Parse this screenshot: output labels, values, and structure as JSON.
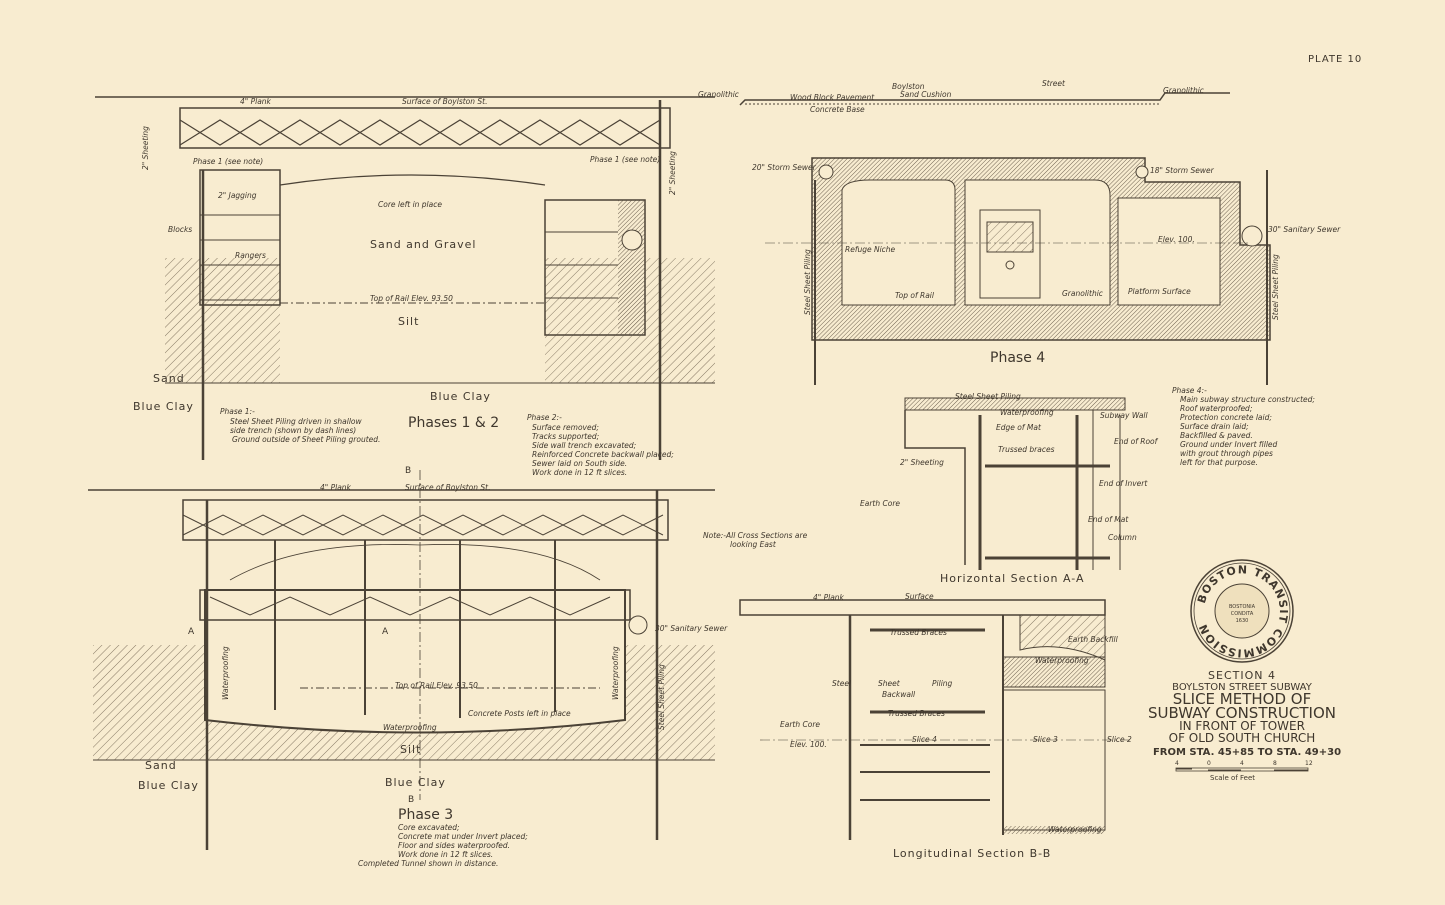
{
  "plate": "PLATE 10",
  "phases_1_2": {
    "title": "Phases 1 & 2",
    "labels": {
      "plank": "4\" Plank",
      "surface": "Surface of Boylston St.",
      "phase_left": "Phase 1 (see note)",
      "phase_right": "Phase 1 (see note)",
      "sheeting_left": "2\" Sheeting",
      "sheeting_right": "2\" Sheeting",
      "jagging": "2\" Jagging",
      "blocks": "Blocks",
      "rangers": "Rangers",
      "core": "Core left in place",
      "sand_gravel": "Sand and Gravel",
      "top_of_rail": "Top of Rail Elev. 93.50",
      "silt": "Silt",
      "sand": "Sand",
      "blue_clay_left": "Blue Clay",
      "blue_clay_center": "Blue Clay"
    },
    "phase1_notes": [
      "Phase 1:-",
      "Steel Sheet Piling driven in shallow",
      "side trench (shown by dash lines)",
      "Ground outside of Sheet Piling grouted."
    ],
    "phase2_notes": [
      "Phase 2:-",
      "Surface removed;",
      "Tracks supported;",
      "Side wall trench excavated;",
      "Reinforced Concrete backwall placed;",
      "Sewer laid on South side.",
      "Work done in 12 ft slices."
    ]
  },
  "phase_3": {
    "title": "Phase 3",
    "labels": {
      "plank": "4\" Plank",
      "surface": "Surface of Boylston St.",
      "b_top": "B",
      "b_bottom": "B",
      "a_left": "A",
      "a_right": "A",
      "sanitary_sewer": "30\" Sanitary Sewer",
      "waterproofing_left": "Waterproofing",
      "waterproofing_right": "Waterproofing",
      "waterproofing_bottom": "Waterproofing",
      "top_of_rail": "Top of Rail   Elev. 93.50",
      "concrete_posts": "Concrete Posts left in place",
      "silt": "Silt",
      "sand": "Sand",
      "blue_clay_left": "Blue Clay",
      "blue_clay_center": "Blue Clay",
      "steel_sheet_piling": "Steel Sheet Piling"
    },
    "notes": [
      "Core excavated;",
      "Concrete mat under Invert placed;",
      "Floor and sides waterproofed.",
      "Work done in 12 ft slices.",
      "Completed Tunnel shown in distance."
    ]
  },
  "phase_4": {
    "title": "Phase 4",
    "street_left": "Boylston",
    "street_right": "Street",
    "labels": {
      "granolithic_left": "Granolithic",
      "granolithic_right": "Granolithic",
      "wood_block": "Wood Block Pavement",
      "sand_cushion": "Sand Cushion",
      "concrete_base": "Concrete Base",
      "storm_sewer_left": "20\" Storm Sewer",
      "storm_sewer_right": "18\" Storm Sewer",
      "sanitary_sewer": "30\" Sanitary Sewer",
      "refuge_niche": "Refuge Niche",
      "elev": "Elev. 100.",
      "top_of_rail": "Top of Rail",
      "granolithic_platform": "Granolithic",
      "platform_surface": "Platform Surface",
      "steel_sheet_piling_left": "Steel Sheet Piling",
      "steel_sheet_piling_right": "Steel Sheet Piling"
    },
    "notes": [
      "Phase 4:-",
      "Main subway structure constructed;",
      "Roof waterproofed;",
      "Protection concrete laid;",
      "Surface drain laid;",
      "Backfilled & paved.",
      "Ground under Invert filled",
      "with grout through pipes",
      "left for that purpose."
    ]
  },
  "note_cross_sections": [
    "Note:-All Cross Sections are",
    "looking East"
  ],
  "section_aa": {
    "title": "Horizontal Section A-A",
    "labels": {
      "steel_sheet_piling": "Steel Sheet Piling",
      "waterproofing": "Waterproofing",
      "subway_wall": "Subway Wall",
      "edge_of_mat": "Edge of Mat",
      "trussed_braces": "Trussed braces",
      "sheeting": "2\" Sheeting",
      "end_of_roof": "End of Roof",
      "end_of_invert": "End of Invert",
      "end_of_mat": "End of Mat",
      "column": "Column",
      "earth_core": "Earth Core"
    }
  },
  "section_bb": {
    "title": "Longitudinal Section B-B",
    "labels": {
      "plank": "4\" Plank",
      "surface": "Surface",
      "trussed_braces_top": "Trussed Braces",
      "trussed_braces_bottom": "Trussed Braces",
      "earth_backfill": "Earth Backfill",
      "waterproofing_top": "Waterproofing",
      "waterproofing_bottom": "Waterproofing",
      "steel": "Steel",
      "sheet": "Sheet",
      "piling": "Piling",
      "backwall": "Backwall",
      "earth_core": "Earth Core",
      "elev": "Elev. 100.",
      "slice4": "Slice 4",
      "slice3": "Slice 3",
      "slice2": "Slice 2"
    }
  },
  "seal": {
    "outer": "BOSTON TRANSIT COMMISSION",
    "inner": [
      "BOSTONIA",
      "CONDITA",
      "1630"
    ]
  },
  "title_block": {
    "line1": "SECTION 4",
    "line2": "BOYLSTON STREET SUBWAY",
    "line3": "SLICE METHOD OF",
    "line4": "SUBWAY CONSTRUCTION",
    "line5": "IN FRONT OF TOWER",
    "line6": "OF OLD SOUTH CHURCH",
    "line7": "FROM STA. 45+85 TO STA. 49+30",
    "scale_ticks": [
      "4",
      "0",
      "4",
      "8",
      "12"
    ],
    "scale_label": "Scale of Feet"
  }
}
